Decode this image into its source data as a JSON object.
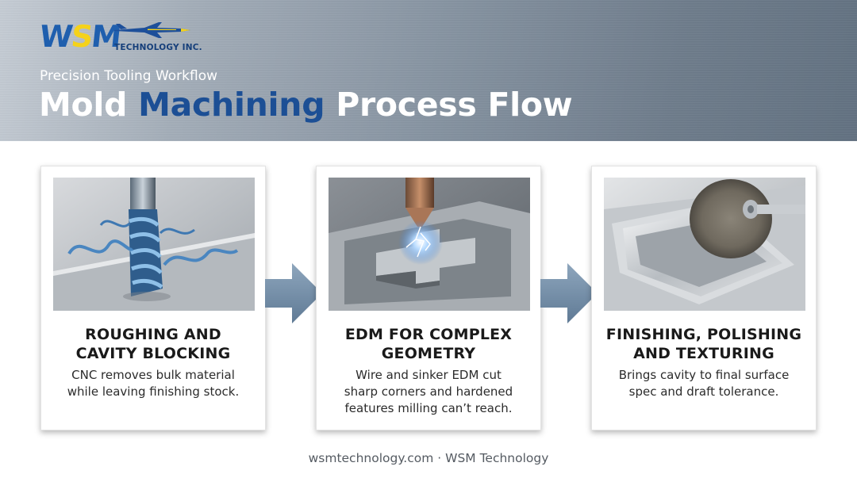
{
  "brand": {
    "logo_letters": "WSM",
    "logo_subtext": "TECHNOLOGY INC.",
    "colors": {
      "primary_blue": "#1f5fae",
      "logo_yellow": "#f5d21a",
      "title_accent": "#1c4f95"
    }
  },
  "header": {
    "subtitle": "Precision Tooling Workflow",
    "title_part1": "Mold ",
    "title_accent": "Machining",
    "title_part2": " Process Flow"
  },
  "steps": [
    {
      "image": "end-mill-roughing-photo",
      "title_line1": "ROUGHING AND",
      "title_line2": "CAVITY BLOCKING",
      "desc_line1": "CNC removes bulk material",
      "desc_line2": "while leaving finishing stock."
    },
    {
      "image": "edm-spark-photo",
      "title_line1": "EDM FOR COMPLEX",
      "title_line2": "GEOMETRY",
      "desc_line1": "Wire and sinker EDM cut",
      "desc_line2": "sharp corners and hardened",
      "desc_line3": "features milling can’t reach."
    },
    {
      "image": "polishing-wheel-photo",
      "title_line1": "FINISHING, POLISHING",
      "title_line2": "AND TEXTURING",
      "desc_line1": "Brings cavity to final surface",
      "desc_line2": "spec and draft tolerance."
    }
  ],
  "connectors": [
    "arrow-right-icon",
    "arrow-right-icon"
  ],
  "footer": {
    "text": "wsmtechnology.com · WSM Technology"
  }
}
